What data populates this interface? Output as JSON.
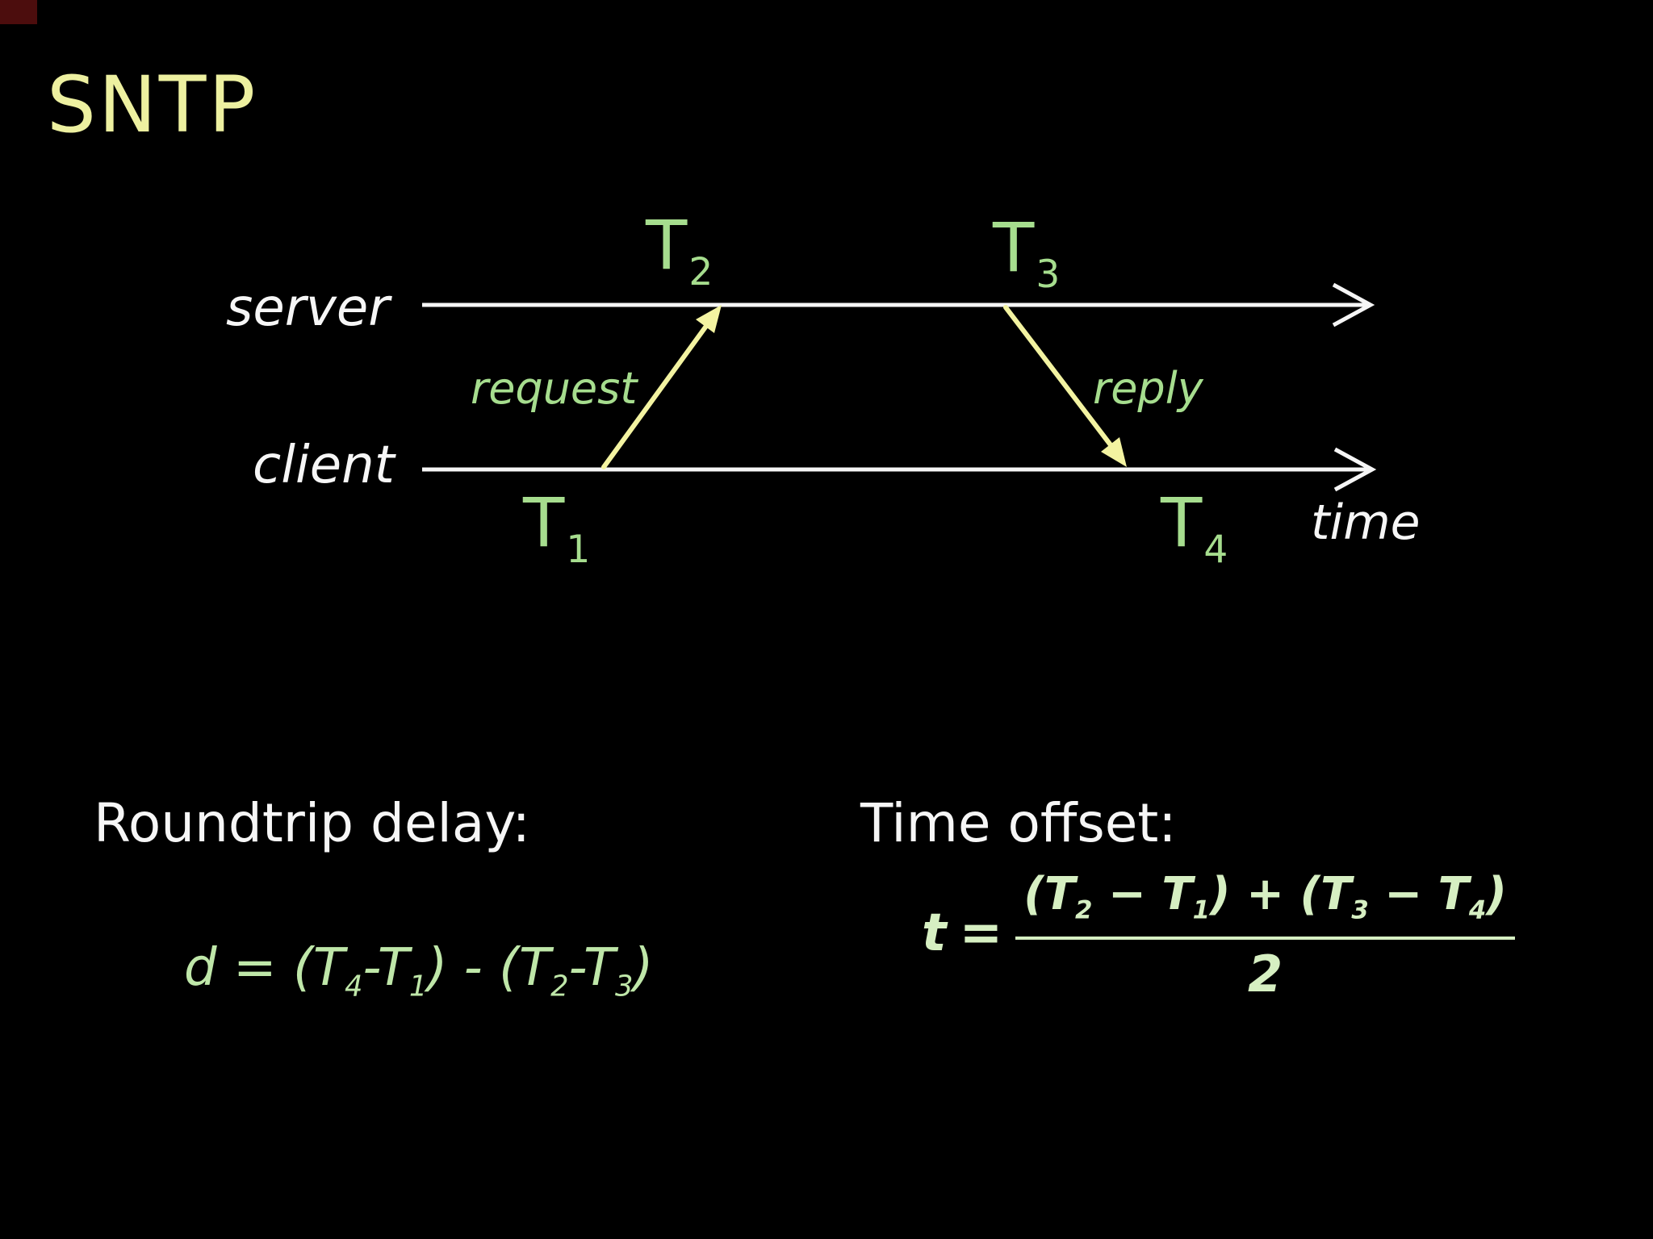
{
  "title": "SNTP",
  "colors": {
    "background": "#000000",
    "title": "#edf0a0",
    "white_text": "#f6f6f6",
    "line_white": "#f5f5f5",
    "green_label": "#a6dd8e",
    "arrow_yellow": "#f3f3a1",
    "formula_green_d": "#bfe7a9",
    "formula_green_t": "#d6efc2",
    "corner_artifact": "#4c0d0d"
  },
  "diagram": {
    "server_label": "server",
    "client_label": "client",
    "time_label": "time",
    "request_label": "request",
    "reply_label": "reply",
    "timestamps": {
      "t1": {
        "base": "T",
        "sub": "1"
      },
      "t2": {
        "base": "T",
        "sub": "2"
      },
      "t3": {
        "base": "T",
        "sub": "3"
      },
      "t4": {
        "base": "T",
        "sub": "4"
      }
    }
  },
  "roundtrip": {
    "heading": "Roundtrip delay:",
    "formula": {
      "p1": "d = (T",
      "s1": "4",
      "p2": "-T",
      "s2": "1",
      "p3": ") - (T",
      "s3": "2",
      "p4": "-T",
      "s4": "3",
      "p5": ")"
    }
  },
  "offset": {
    "heading": "Time offset:",
    "lhs": "t",
    "equals": "=",
    "numerator": {
      "p1": "(T",
      "s1": "2",
      "p2": " − T",
      "s2": "1",
      "p3": ") + (T",
      "s3": "3",
      "p4": " − T",
      "s4": "4",
      "p5": ")"
    },
    "denominator": "2"
  }
}
